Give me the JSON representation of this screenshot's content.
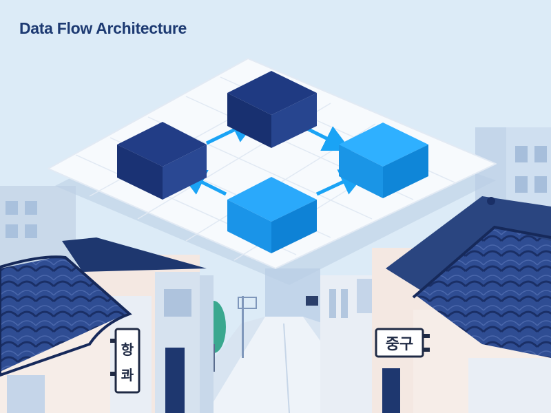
{
  "header": {
    "title": "Data Flow Architecture"
  },
  "signs": {
    "left": {
      "line1": "항",
      "line2": "콰"
    },
    "right": {
      "text": "중구"
    }
  },
  "diagram": {
    "nodes": [
      {
        "id": "node-top",
        "tone": "dark-navy"
      },
      {
        "id": "node-left",
        "tone": "dark-navy"
      },
      {
        "id": "node-right",
        "tone": "bright-blue"
      },
      {
        "id": "node-bottom",
        "tone": "bright-blue"
      }
    ],
    "edges": [
      {
        "from": "node-left",
        "to": "node-top"
      },
      {
        "from": "node-top",
        "to": "node-right"
      },
      {
        "from": "node-bottom",
        "to": "node-left"
      },
      {
        "from": "node-bottom",
        "to": "node-right"
      }
    ]
  },
  "colors": {
    "sky": "#dcebf7",
    "navy": "#1d3a72",
    "cube_dark": "#223d86",
    "cube_bright": "#1a9df0",
    "arrow": "#1aa3f5",
    "roof_tile": "#2c4a8f"
  }
}
